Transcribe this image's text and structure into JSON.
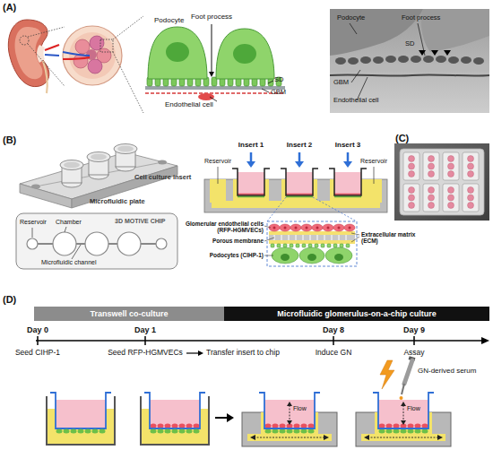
{
  "diagram": {
    "nodes": [
      {
        "text": [
          "Transwell co-culture"
        ]
      },
      {
        "text": [
          "Microfluidic glomerulus-on-a-chip culture"
        ]
      }
    ],
    "labels": [
      "(A)",
      "Podocyte",
      "Foot process",
      "SD",
      "GBM",
      "Endothelial cell",
      "Podocyte",
      "Foot process",
      "SD",
      "GBM",
      "Endothelial cell",
      "(B)",
      "Cell culture insert",
      "Microfluidic plate",
      "Reservoir",
      "Chamber",
      "Microfluidic channel",
      "3D MOTIVE CHIP",
      "Reservoir",
      "Insert 1",
      "Insert 2",
      "Insert 3",
      "Reservoir",
      "Glomerular endothelial cells (RFP-HGMVECs)",
      "Porous membrane",
      "Podocytes (CIHP-1)",
      "Extracellular matrix (ECM)",
      "(C)",
      "(D)",
      "Day 0",
      "Day 1",
      "Day 8",
      "Day 9",
      "Seed CIHP-1",
      "Seed RFP-HGMVECs",
      "Transfer insert to chip",
      "Induce GN",
      "Assay",
      "GN-derived serum",
      "Flow",
      "Flow"
    ]
  }
}
